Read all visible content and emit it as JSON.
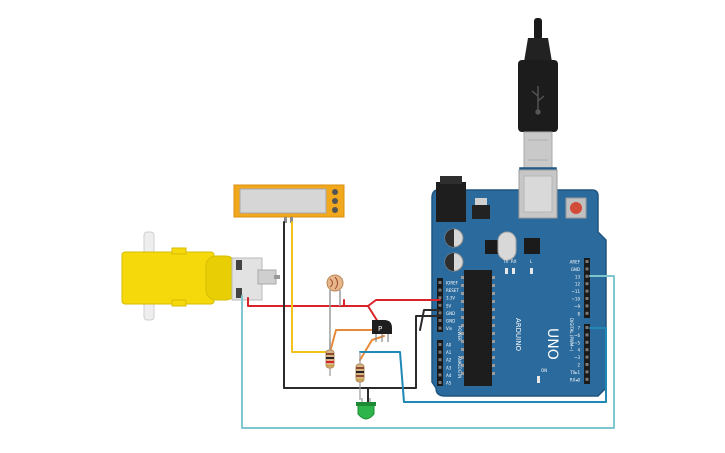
{
  "board": {
    "brand": "ARDUINO",
    "model": "UNO",
    "tx_label": "TX",
    "rx_label": "RX",
    "l_label": "L",
    "on_label": "ON",
    "power_label": "POWER",
    "analog_label": "ANALOG IN",
    "digital_label": "DIGITAL (PWM~)",
    "power_pins": [
      "IOREF",
      "RESET",
      "3.3V",
      "5V",
      "GND",
      "GND",
      "Vin"
    ],
    "analog_pins": [
      "A0",
      "A1",
      "A2",
      "A3",
      "A4",
      "A5"
    ],
    "digital_top": [
      "AREF",
      "GND",
      "13",
      "12",
      "~11",
      "~10",
      "~9",
      "8"
    ],
    "digital_bottom": [
      "7",
      "~6",
      "~5",
      "4",
      "~3",
      "2",
      "TX▸1",
      "RX◂0"
    ]
  },
  "transistor_mark": "P",
  "colors": {
    "board": "#2a6a9c",
    "board_edge": "#1f5580",
    "wire_red": "#d8232a",
    "wire_black": "#2b2b2b",
    "wire_orange": "#e8893a",
    "wire_yellow": "#f2c21d",
    "wire_blue": "#1f88b4",
    "wire_cyan": "#7fc6cf",
    "motor": "#f5d90a",
    "led": "#2db44a"
  },
  "components": [
    "usb-cable",
    "arduino-uno",
    "dc-gear-motor",
    "hall-sensor-module",
    "photoresistor",
    "npn-transistor",
    "resistor-1",
    "resistor-2",
    "green-led"
  ]
}
